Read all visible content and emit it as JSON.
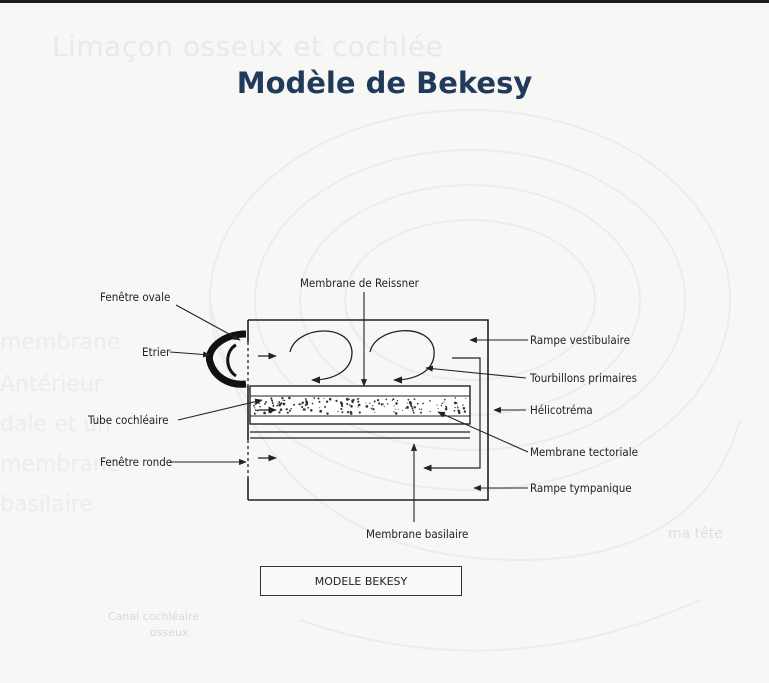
{
  "background_text": {
    "top_title": "Limaçon osseux et cochlée",
    "left_lines": [
      "membrane",
      "Antérieur",
      "dale et un",
      "membrane",
      "basilaire"
    ],
    "center_label": "ma tête",
    "bottom_label": [
      "Canal cochléaire",
      "osseux"
    ]
  },
  "slide": {
    "title": "Modèle de Bekesy"
  },
  "diagram": {
    "labels": {
      "fenetre_ovale": "Fenêtre ovale",
      "etrier": "Etrier",
      "tube_cochleaire": "Tube cochléaire",
      "fenetre_ronde": "Fenêtre ronde",
      "membrane_reissner": "Membrane de Reissner",
      "membrane_basilaire": "Membrane basilaire",
      "rampe_vestibulaire": "Rampe vestibulaire",
      "tourbillons_primaires": "Tourbillons primaires",
      "helicotrema": "Hélicotréma",
      "membrane_tectoriale": "Membrane tectoriale",
      "rampe_tympanique": "Rampe tympanique"
    },
    "caption": "MODELE BEKESY"
  }
}
